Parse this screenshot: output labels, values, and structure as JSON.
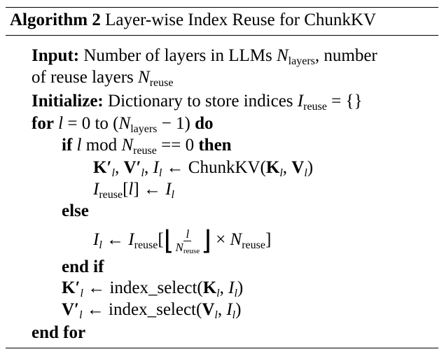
{
  "title": {
    "label": "Algorithm 2",
    "text": "Layer-wise Index Reuse for ChunkKV"
  },
  "input": {
    "kw": "Input:",
    "text1": "Number of layers in LLMs ",
    "n": "N",
    "layers": "layers",
    "text2": ", number",
    "text3": "of reuse layers ",
    "reuse": "reuse"
  },
  "init": {
    "kw": "Initialize:",
    "text": "Dictionary to store indices ",
    "I": "I",
    "reuse": "reuse",
    "eq": " = {}"
  },
  "for": {
    "kw": "for",
    "l": "l",
    "text": " = 0 to (",
    "N": "N",
    "layers": "layers",
    "text2": " − 1) ",
    "do": "do"
  },
  "if": {
    "kw": "if",
    "l": "l",
    "mod": " mod ",
    "N": "N",
    "reuse": "reuse",
    "text": " == 0 ",
    "then": "then"
  },
  "assign1": {
    "lhs": "K′",
    "l": "l",
    "mid": ", ",
    "lhs2": "V′",
    "lhs3": ", ",
    "I": "I",
    "arrow": " ← ChunkKV(",
    "K": "K",
    "comma": ", ",
    "V": "V",
    "close": ")"
  },
  "assign2": {
    "I": "I",
    "reuse": "reuse",
    "bracket": "[",
    "l": "l",
    "rest": "] ← ",
    "I2": "I"
  },
  "else": {
    "kw": "else"
  },
  "assign3": {
    "I": "I",
    "l": "l",
    "arrow": " ← ",
    "reuse": "reuse",
    "open": "[",
    "floor_l": "⌊",
    "num": "l",
    "den_N": "N",
    "floor_r": "⌋",
    "times": " × ",
    "N": "N",
    "close": "]"
  },
  "endif": {
    "kw": "end if"
  },
  "select1": {
    "lhs": "K′",
    "l": "l",
    "text": " ← index_select(",
    "K": "K",
    "comma": ", ",
    "I": "I",
    "close": ")"
  },
  "select2": {
    "lhs": "V′",
    "l": "l",
    "text": " ← index_select(",
    "V": "V",
    "comma": ", ",
    "I": "I",
    "close": ")"
  },
  "endfor": {
    "kw": "end for"
  }
}
